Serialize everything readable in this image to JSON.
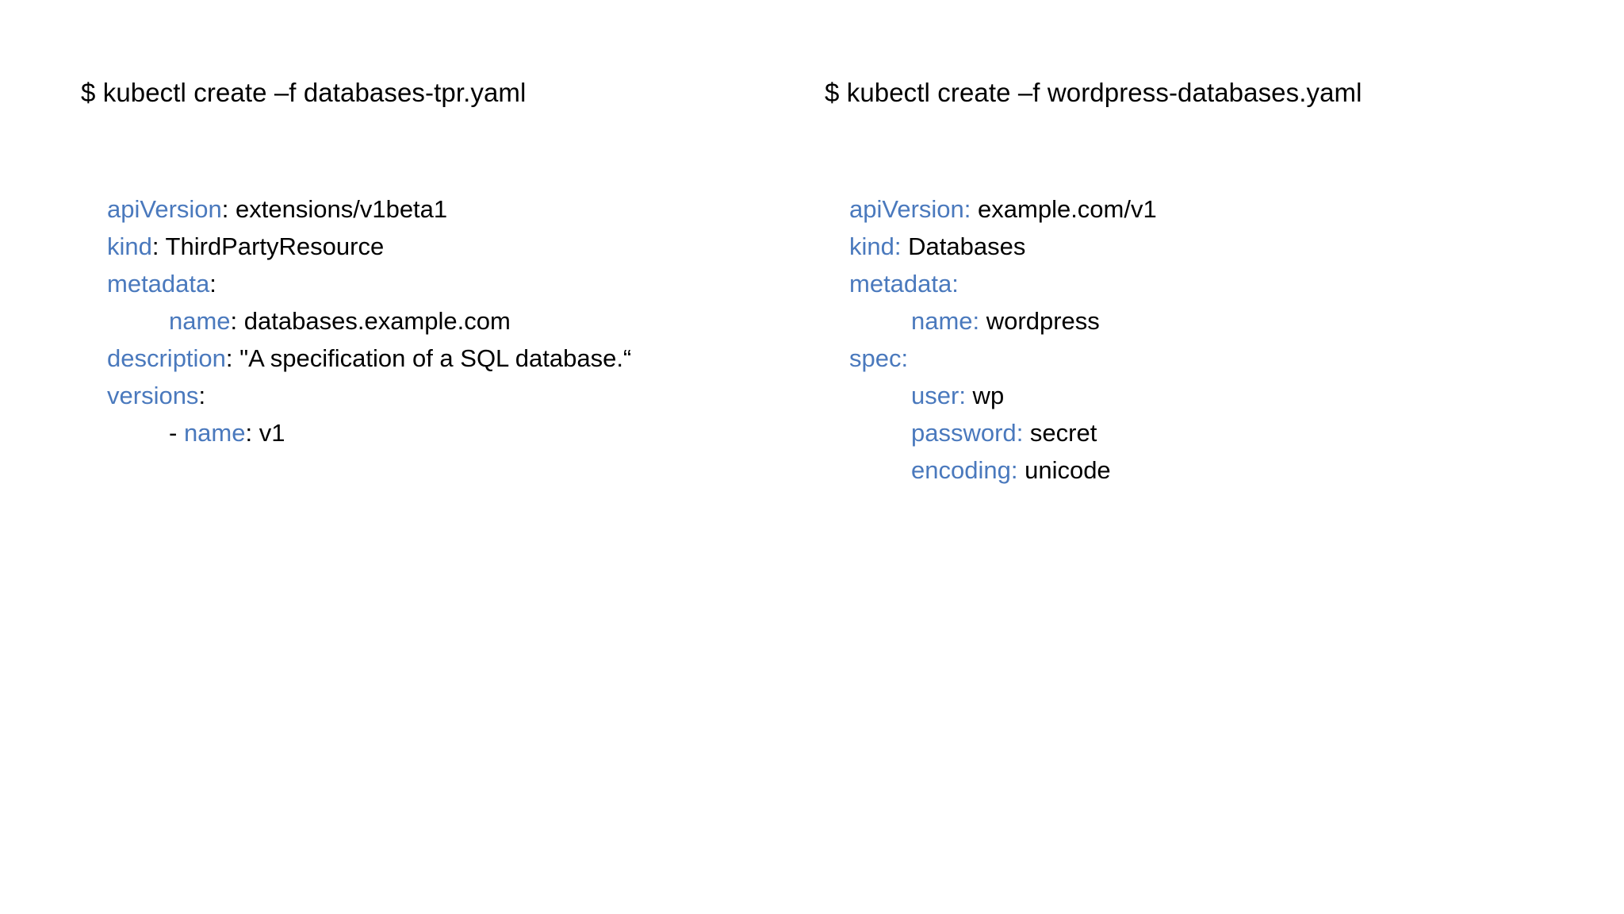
{
  "slide": {
    "background_color": "#ffffff",
    "key_color": "#4a79bd",
    "value_color": "#000000"
  },
  "columns": [
    {
      "id": "left",
      "heading": "$ kubectl create –f databases-tpr.yaml",
      "colon_color": "#000000",
      "yaml_lines": [
        {
          "indent": 0,
          "bullet": "",
          "key": "apiVersion",
          "sep": ":",
          "value": " extensions/v1beta1"
        },
        {
          "indent": 0,
          "bullet": "",
          "key": "kind",
          "sep": ":",
          "value": " ThirdPartyResource"
        },
        {
          "indent": 0,
          "bullet": "",
          "key": "metadata",
          "sep": ":",
          "value": ""
        },
        {
          "indent": 1,
          "bullet": "",
          "key": "name",
          "sep": ":",
          "value": " databases.example.com"
        },
        {
          "indent": 0,
          "bullet": "",
          "key": "description",
          "sep": ":",
          "value": " \"A specification of a SQL database.“"
        },
        {
          "indent": 0,
          "bullet": "",
          "key": "versions",
          "sep": ":",
          "value": ""
        },
        {
          "indent": 1,
          "bullet": "- ",
          "key": "name",
          "sep": ":",
          "value": " v1"
        }
      ]
    },
    {
      "id": "right",
      "heading": "$ kubectl create –f wordpress-databases.yaml",
      "colon_color": "#4a79bd",
      "yaml_lines": [
        {
          "indent": 0,
          "bullet": "",
          "key": "apiVersion",
          "sep": ":",
          "value": " example.com/v1"
        },
        {
          "indent": 0,
          "bullet": "",
          "key": "kind",
          "sep": ":",
          "value": " Databases"
        },
        {
          "indent": 0,
          "bullet": "",
          "key": "metadata",
          "sep": ":",
          "value": ""
        },
        {
          "indent": 1,
          "bullet": "",
          "key": "name",
          "sep": ":",
          "value": " wordpress"
        },
        {
          "indent": 0,
          "bullet": "",
          "key": "spec",
          "sep": ":",
          "value": ""
        },
        {
          "indent": 1,
          "bullet": "",
          "key": "user",
          "sep": ":",
          "value": " wp"
        },
        {
          "indent": 1,
          "bullet": "",
          "key": "password",
          "sep": ":",
          "value": " secret"
        },
        {
          "indent": 1,
          "bullet": "",
          "key": "encoding",
          "sep": ":",
          "value": " unicode"
        }
      ]
    }
  ]
}
